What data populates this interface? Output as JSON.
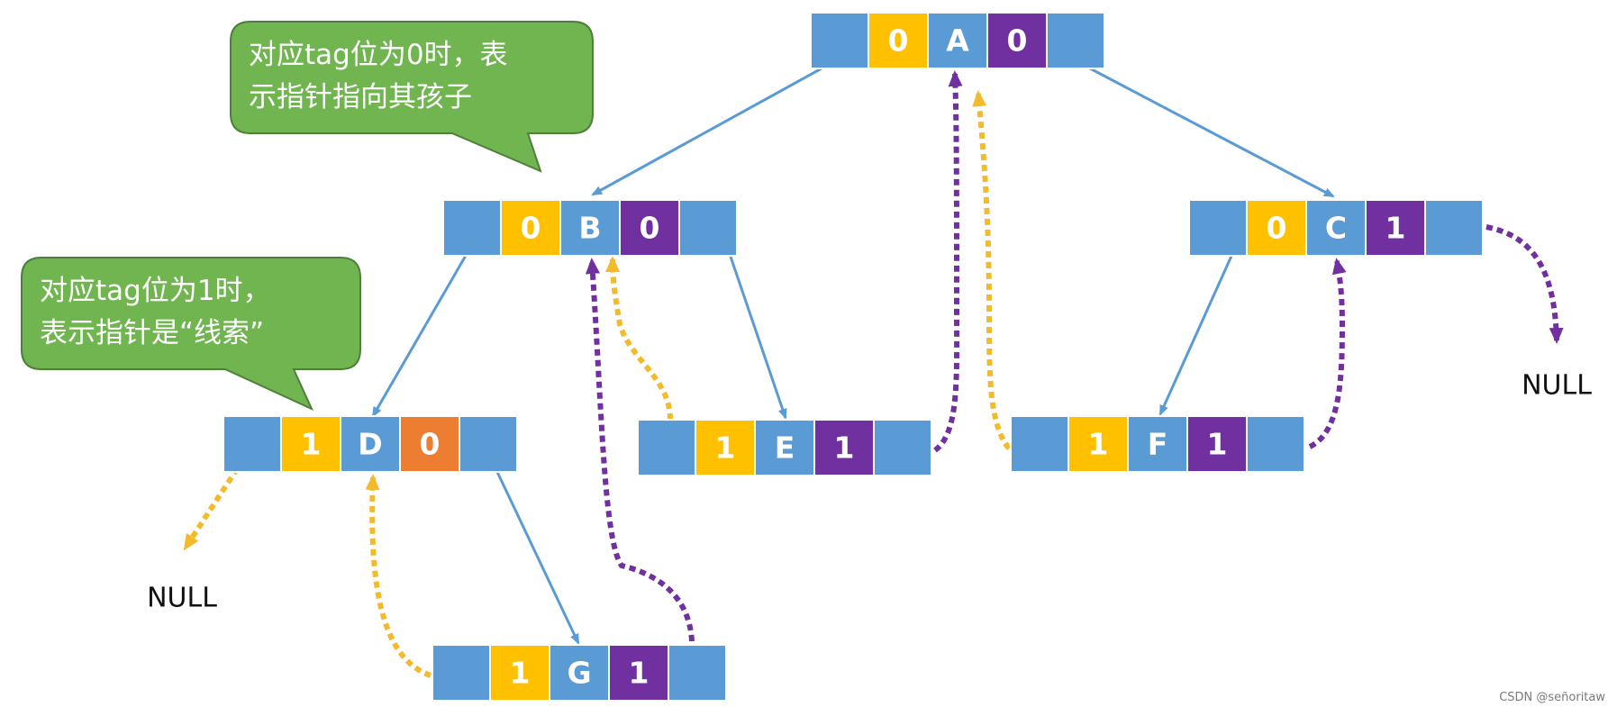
{
  "colors": {
    "pointer_cell": "#5b9bd5",
    "data_cell": "#5b9bd5",
    "left_tag_cell": "#ffc000",
    "right_tag_cell_purple": "#7030a0",
    "right_tag_cell_orange": "#ed7d31",
    "child_edge": "#5b9bd5",
    "predecessor_thread": "#f3bb2c",
    "successor_thread": "#7030a0",
    "callout_fill": "#70b550",
    "callout_border": "#4f7f3a"
  },
  "nodes": {
    "A": {
      "ltag": "0",
      "data": "A",
      "rtag": "0",
      "rtag_color": "purple"
    },
    "B": {
      "ltag": "0",
      "data": "B",
      "rtag": "0",
      "rtag_color": "purple"
    },
    "C": {
      "ltag": "0",
      "data": "C",
      "rtag": "1",
      "rtag_color": "purple"
    },
    "D": {
      "ltag": "1",
      "data": "D",
      "rtag": "0",
      "rtag_color": "orange"
    },
    "E": {
      "ltag": "1",
      "data": "E",
      "rtag": "1",
      "rtag_color": "purple"
    },
    "F": {
      "ltag": "1",
      "data": "F",
      "rtag": "1",
      "rtag_color": "purple"
    },
    "G": {
      "ltag": "1",
      "data": "G",
      "rtag": "1",
      "rtag_color": "purple"
    }
  },
  "callouts": {
    "tag0": {
      "line1": "对应tag位为0时，表",
      "line2": "示指针指向其孩子"
    },
    "tag1": {
      "line1": "对应tag位为1时，",
      "line2": "表示指针是“线索”"
    }
  },
  "null_labels": {
    "left": "NULL",
    "right": "NULL"
  },
  "watermark": "CSDN @señoritaw"
}
